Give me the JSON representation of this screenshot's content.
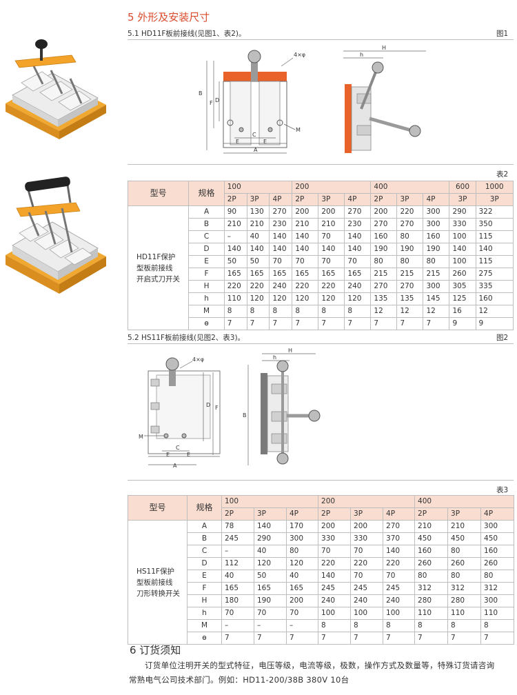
{
  "section5": {
    "title": "5 外形及安装尺寸",
    "sub1": "5.1 HD11F板前接线(见图1、表2)。",
    "fig1": "图1",
    "sub2": "5.2 HS11F板前接线(见图2、表3)。",
    "fig2": "图2"
  },
  "drawing_labels": {
    "hole": "4×φ",
    "A": "A",
    "B": "B",
    "C": "C",
    "D": "D",
    "E": "E",
    "F": "F",
    "H": "H",
    "h": "h",
    "M": "M"
  },
  "table2": {
    "label": "表2",
    "header_model": "型号",
    "header_spec": "规格",
    "model_lines": [
      "HD11F保护",
      "型板前接线",
      "开启式刀开关"
    ],
    "currents": [
      "100",
      "200",
      "400",
      "600",
      "1000"
    ],
    "poles": [
      "2P",
      "3P",
      "4P",
      "2P",
      "3P",
      "4P",
      "2P",
      "3P",
      "4P",
      "3P",
      "3P"
    ],
    "rows": [
      {
        "k": "A",
        "v": [
          "90",
          "130",
          "270",
          "200",
          "200",
          "270",
          "200",
          "220",
          "300",
          "290",
          "322"
        ]
      },
      {
        "k": "B",
        "v": [
          "210",
          "210",
          "230",
          "210",
          "210",
          "230",
          "270",
          "270",
          "300",
          "330",
          "350"
        ]
      },
      {
        "k": "C",
        "v": [
          "–",
          "40",
          "140",
          "140",
          "70",
          "140",
          "160",
          "80",
          "160",
          "100",
          "115"
        ]
      },
      {
        "k": "D",
        "v": [
          "140",
          "140",
          "140",
          "140",
          "140",
          "140",
          "190",
          "190",
          "190",
          "140",
          "140"
        ]
      },
      {
        "k": "E",
        "v": [
          "50",
          "50",
          "70",
          "70",
          "70",
          "70",
          "80",
          "80",
          "80",
          "100",
          "115"
        ]
      },
      {
        "k": "F",
        "v": [
          "165",
          "165",
          "165",
          "165",
          "165",
          "165",
          "215",
          "215",
          "215",
          "260",
          "275"
        ]
      },
      {
        "k": "H",
        "v": [
          "220",
          "220",
          "240",
          "220",
          "220",
          "240",
          "270",
          "270",
          "300",
          "305",
          "335"
        ]
      },
      {
        "k": "h",
        "v": [
          "110",
          "120",
          "120",
          "120",
          "120",
          "120",
          "135",
          "135",
          "145",
          "125",
          "160"
        ]
      },
      {
        "k": "M",
        "v": [
          "8",
          "8",
          "8",
          "8",
          "8",
          "8",
          "12",
          "12",
          "12",
          "16",
          "12"
        ]
      },
      {
        "k": "ɵ",
        "v": [
          "7",
          "7",
          "7",
          "7",
          "7",
          "7",
          "7",
          "7",
          "7",
          "9",
          "9"
        ]
      }
    ]
  },
  "table3": {
    "label": "表3",
    "header_model": "型号",
    "header_spec": "规格",
    "model_lines": [
      "HS11F保护",
      "型板前接线",
      "刀形转换开关"
    ],
    "currents": [
      "100",
      "200",
      "400"
    ],
    "poles": [
      "2P",
      "3P",
      "4P",
      "2P",
      "3P",
      "4P",
      "2P",
      "3P",
      "4P"
    ],
    "rows": [
      {
        "k": "A",
        "v": [
          "78",
          "140",
          "170",
          "200",
          "200",
          "270",
          "210",
          "210",
          "300"
        ]
      },
      {
        "k": "B",
        "v": [
          "245",
          "290",
          "300",
          "330",
          "330",
          "370",
          "450",
          "450",
          "450"
        ]
      },
      {
        "k": "C",
        "v": [
          "–",
          "40",
          "80",
          "70",
          "70",
          "140",
          "160",
          "80",
          "160"
        ]
      },
      {
        "k": "D",
        "v": [
          "112",
          "120",
          "120",
          "220",
          "220",
          "220",
          "260",
          "260",
          "260"
        ]
      },
      {
        "k": "E",
        "v": [
          "40",
          "50",
          "40",
          "140",
          "70",
          "70",
          "80",
          "80",
          "80"
        ]
      },
      {
        "k": "F",
        "v": [
          "165",
          "165",
          "165",
          "245",
          "245",
          "245",
          "312",
          "312",
          "312"
        ]
      },
      {
        "k": "H",
        "v": [
          "180",
          "190",
          "200",
          "240",
          "240",
          "240",
          "280",
          "280",
          "300"
        ]
      },
      {
        "k": "h",
        "v": [
          "70",
          "70",
          "70",
          "100",
          "100",
          "100",
          "110",
          "110",
          "110"
        ]
      },
      {
        "k": "M",
        "v": [
          "–",
          "–",
          "–",
          "8",
          "8",
          "8",
          "8",
          "8",
          "8"
        ]
      },
      {
        "k": "ɵ",
        "v": [
          "7",
          "7",
          "7",
          "7",
          "7",
          "7",
          "7",
          "7",
          "7"
        ]
      }
    ]
  },
  "section6": {
    "title": "6 订货须知",
    "para_line1": "订货单位注明开关的型式特征，电压等级，电流等级，极数，操作方式及数量等，特殊订货请咨询",
    "para_line2": "常熟电气公司技术部门。例如：HD11-200/38B   380V  10台"
  },
  "colors": {
    "accent": "#d94a2b",
    "header_fill": "#f8ddd0",
    "base_orange": "#f0a830",
    "plate_orange": "#e8622a"
  },
  "icons": [
    "switch-photo-1",
    "switch-photo-2"
  ]
}
